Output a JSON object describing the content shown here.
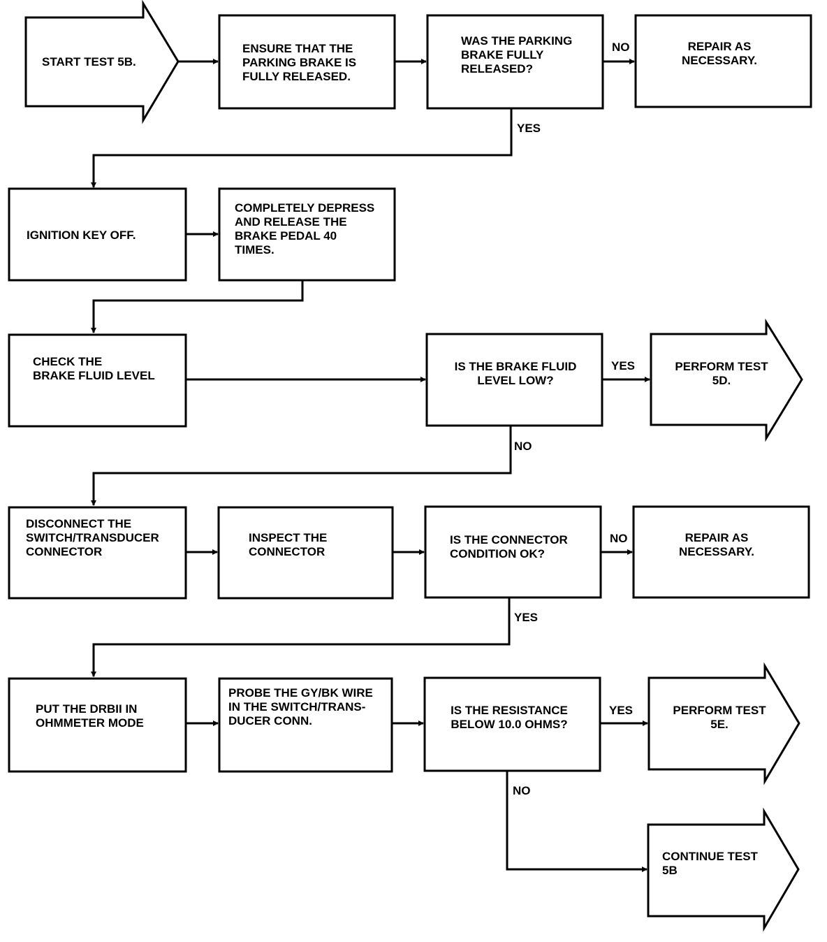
{
  "colors": {
    "line": "#000000",
    "background": "#ffffff"
  },
  "nodes": {
    "start": [
      "START TEST 5B."
    ],
    "ensure_parking": [
      "ENSURE THAT THE",
      "PARKING BRAKE IS",
      "FULLY RELEASED."
    ],
    "q_parking": [
      "WAS THE PARKING",
      "BRAKE FULLY",
      "RELEASED?"
    ],
    "repair_1": [
      "REPAIR AS",
      "NECESSARY."
    ],
    "ignition_off": [
      "IGNITION KEY OFF."
    ],
    "depress_pedal": [
      "COMPLETELY DEPRESS",
      "AND RELEASE THE",
      "BRAKE PEDAL 40",
      "TIMES."
    ],
    "check_fluid": [
      "CHECK THE",
      "BRAKE FLUID LEVEL"
    ],
    "q_fluid": [
      "IS THE BRAKE FLUID",
      "LEVEL LOW?"
    ],
    "perform_5d": [
      "PERFORM TEST",
      "5D."
    ],
    "disconnect": [
      "DISCONNECT THE",
      "SWITCH/TRANSDUCER",
      "CONNECTOR"
    ],
    "inspect": [
      "INSPECT THE",
      "CONNECTOR"
    ],
    "q_connector": [
      "IS THE CONNECTOR",
      "CONDITION OK?"
    ],
    "repair_2": [
      "REPAIR AS",
      "NECESSARY."
    ],
    "drbii": [
      "PUT THE DRBII IN",
      "OHMMETER MODE"
    ],
    "probe": [
      "PROBE THE GY/BK WIRE",
      "IN THE SWITCH/TRANS-",
      "DUCER CONN."
    ],
    "q_resistance": [
      "IS THE RESISTANCE",
      "BELOW 10.0 OHMS?"
    ],
    "perform_5e": [
      "PERFORM TEST",
      "5E."
    ],
    "continue_5b": [
      "CONTINUE TEST",
      "5B"
    ]
  },
  "labels": {
    "no_1": "NO",
    "yes_1": "YES",
    "yes_2": "YES",
    "no_2": "NO",
    "no_3": "NO",
    "yes_3": "YES",
    "yes_4": "YES",
    "no_4": "NO"
  }
}
